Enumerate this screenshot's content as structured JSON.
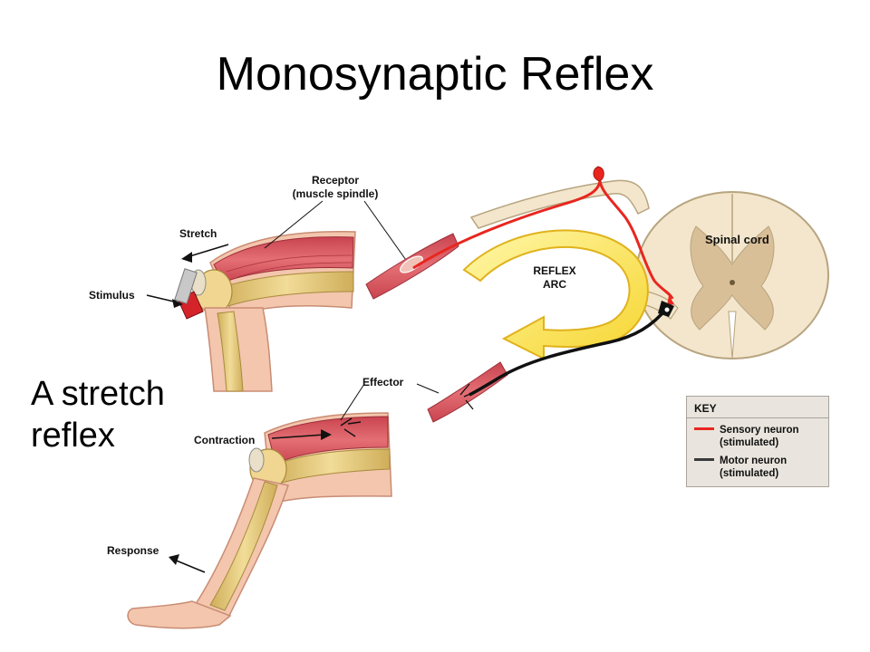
{
  "title": "Monosynaptic Reflex",
  "side_text": {
    "line1": "A stretch",
    "line2": "reflex"
  },
  "labels": {
    "receptor_line1": "Receptor",
    "receptor_line2": "(muscle spindle)",
    "stretch": "Stretch",
    "stimulus": "Stimulus",
    "spinal_cord": "Spinal cord",
    "reflex_line1": "REFLEX",
    "reflex_line2": "ARC",
    "effector": "Effector",
    "contraction": "Contraction",
    "response": "Response"
  },
  "key": {
    "title": "KEY",
    "items": [
      {
        "line1": "Sensory neuron",
        "line2": "(stimulated)",
        "color": "#e8261f"
      },
      {
        "line1": "Motor neuron",
        "line2": "(stimulated)",
        "color": "#3a3a3a"
      }
    ]
  },
  "colors": {
    "sensory": "#e8261f",
    "motor": "#111111",
    "arrow_fill": "#fbe74a",
    "arrow_stroke": "#e0b21c",
    "spinal_white": "#f3e6cc",
    "spinal_grey": "#d9bf97",
    "muscle": "#d8505a",
    "bone": "#e9cf86",
    "skin": "#f3c6ad"
  }
}
